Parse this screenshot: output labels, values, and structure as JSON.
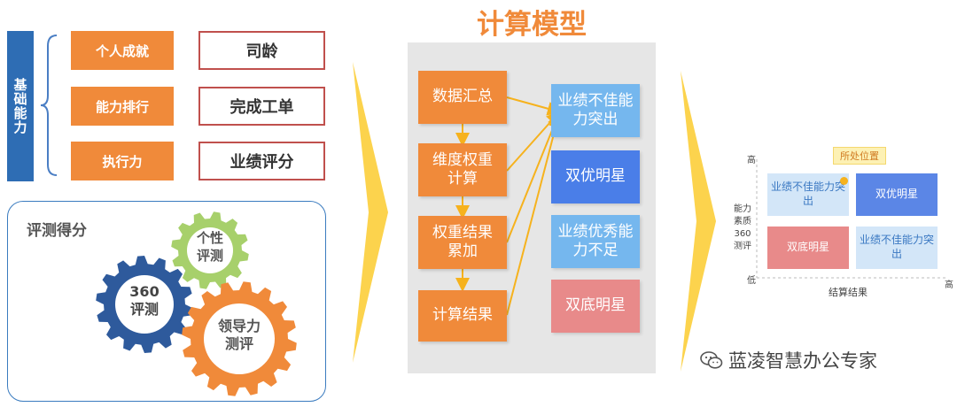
{
  "basic": {
    "label": "基础能力",
    "items": [
      {
        "left": "个人成就",
        "right": "司龄"
      },
      {
        "left": "能力排行",
        "right": "完成工单"
      },
      {
        "left": "执行力",
        "right": "业绩评分"
      }
    ]
  },
  "score": {
    "title": "评测得分",
    "gears": [
      {
        "label_line1": "个性",
        "label_line2": "评测",
        "color": "#a7d06b"
      },
      {
        "label_line1": "360",
        "label_line2": "评测",
        "color": "#2e5a9c"
      },
      {
        "label_line1": "领导力",
        "label_line2": "测评",
        "color": "#f08a3a"
      }
    ]
  },
  "model": {
    "title": "计算模型",
    "steps": [
      "数据汇总",
      "维度权重计算",
      "权重结果累加",
      "计算结果"
    ],
    "results": [
      {
        "text": "业绩不佳能力突出",
        "color": "#75b7ee",
        "text_color": "#ffffff"
      },
      {
        "text": "双优明星",
        "color": "#4a7ee8",
        "text_color": "#ffffff"
      },
      {
        "text": "业绩优秀能力不足",
        "color": "#75b7ee",
        "text_color": "#ffffff"
      },
      {
        "text": "双底明星",
        "color": "#e88a8a",
        "text_color": "#ffffff"
      }
    ]
  },
  "matrix": {
    "y_high": "高",
    "y_low": "低",
    "x_high": "高",
    "y_axis_label": [
      "能力",
      "素质",
      "360",
      "测评"
    ],
    "x_axis_label": "结算结果",
    "tag": "所处位置",
    "cells": [
      {
        "text": "业绩不佳能力突出",
        "color": "#d3e6f8",
        "text_color": "#3a78c2"
      },
      {
        "text": "双优明星",
        "color": "#5b86e6",
        "text_color": "#ffffff"
      },
      {
        "text": "双底明星",
        "color": "#e88a8a",
        "text_color": "#ffffff"
      },
      {
        "text": "业绩不佳能力突出",
        "color": "#d3e6f8",
        "text_color": "#3a78c2"
      }
    ]
  },
  "watermark": "蓝凌智慧办公专家",
  "colors": {
    "orange": "#f08a3a",
    "blue": "#2e6db4",
    "chevron": "#fcd34d",
    "grey_panel": "#e6e6e6"
  }
}
